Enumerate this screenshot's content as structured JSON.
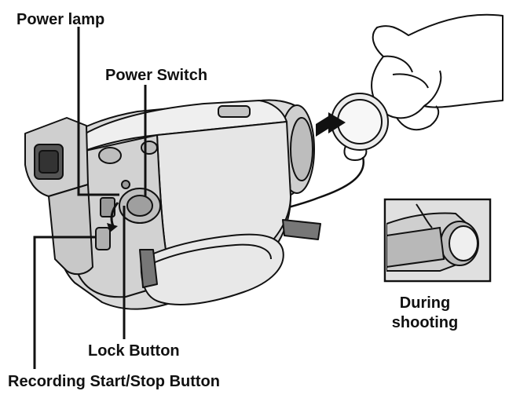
{
  "labels": {
    "power_lamp": "Power lamp",
    "power_switch": "Power Switch",
    "lock_button": "Lock Button",
    "recording_button": "Recording Start/Stop Button",
    "inset_line1": "During",
    "inset_line2": "shooting"
  },
  "colors": {
    "ink": "#111111",
    "body_fill": "#d9d9d9",
    "light_fill": "#f1f1f1",
    "dark_fill": "#9a9a9a",
    "background": "#ffffff"
  }
}
